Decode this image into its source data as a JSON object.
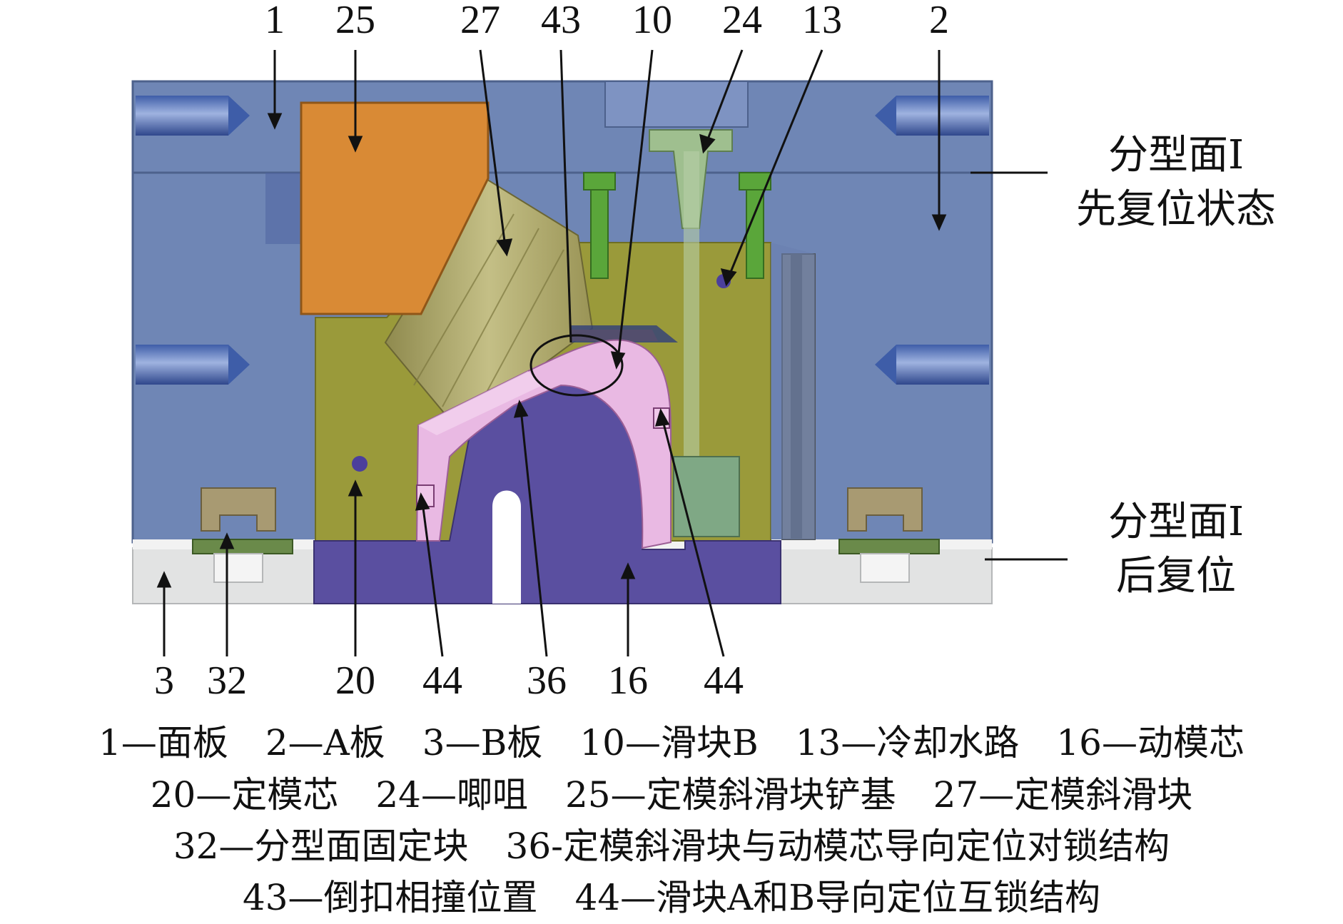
{
  "callouts_top": [
    "1",
    "25",
    "27",
    "43",
    "10",
    "24",
    "13",
    "2"
  ],
  "callouts_bottom": [
    "3",
    "32",
    "20",
    "44",
    "36",
    "16",
    "44"
  ],
  "side_labels": {
    "upper_line1": "分型面Ⅰ",
    "upper_line2": "先复位状态",
    "lower_line1": "分型面Ⅰ",
    "lower_line2": "后复位"
  },
  "legend": [
    [
      "1—面板",
      "2—A板",
      "3—B板",
      "10—滑块B",
      "13—冷却水路",
      "16—动模芯"
    ],
    [
      "20—定模芯",
      "24—唧咀",
      "25—定模斜滑块铲基",
      "27—定模斜滑块"
    ],
    [
      "32—分型面固定块",
      "36-定模斜滑块与动模芯导向定位对锁结构"
    ],
    [
      "43—倒扣相撞位置",
      "44—滑块A和B导向定位互锁结构"
    ]
  ],
  "colors": {
    "plate_blue": "#6f86b5",
    "insert_olive": "#9a9a3a",
    "slider_orange": "#d98a35",
    "slider_khaki": "#b3ad6a",
    "pink_slider": "#e9b9e3",
    "core_purple": "#5a4fa0",
    "b_plate_gray": "#e2e3e3",
    "sprue_green": "#9fbf8f",
    "bolt_green": "#5aa63a"
  }
}
